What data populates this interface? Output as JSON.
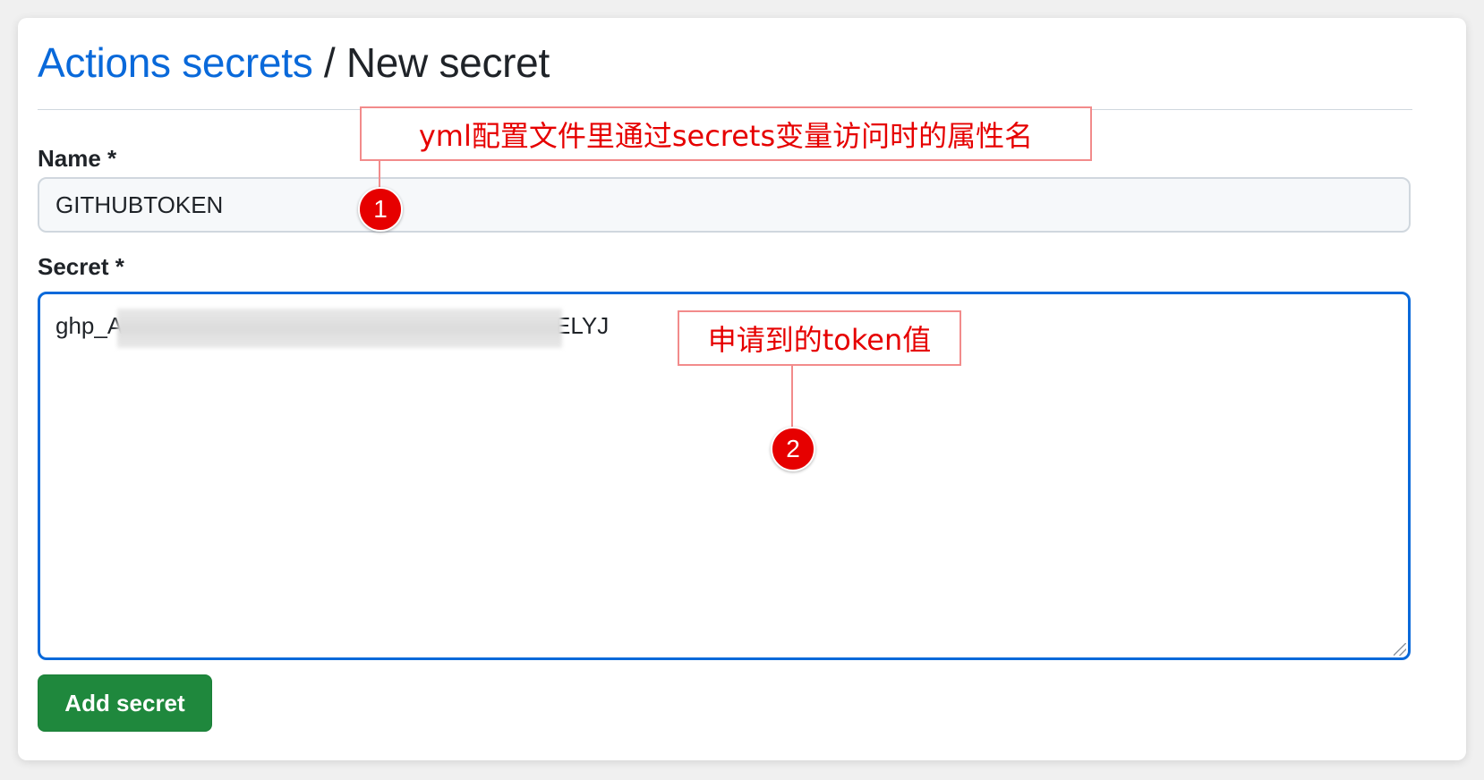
{
  "header": {
    "breadcrumb_link": "Actions secrets",
    "separator": " / ",
    "current_page": "New secret"
  },
  "form": {
    "name_label": "Name *",
    "name_value": "GITHUBTOKEN",
    "secret_label": "Secret *",
    "secret_visible_start": "ghp_A",
    "secret_visible_end": "ELYJ",
    "submit_label": "Add secret"
  },
  "annotations": {
    "callout_1": "yml配置文件里通过secrets变量访问时的属性名",
    "callout_2": "申请到的token值",
    "marker_1": "1",
    "marker_2": "2"
  },
  "colors": {
    "link": "#0969da",
    "primary_button": "#1f883d",
    "annotation_red": "#e60000",
    "focus_border": "#0969da"
  }
}
